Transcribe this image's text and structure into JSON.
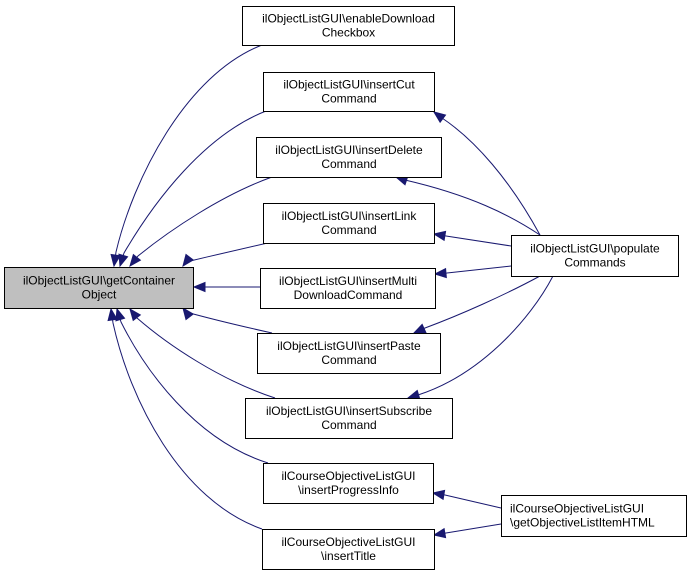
{
  "diagram": {
    "type": "call-graph",
    "colors": {
      "edge": "#191970",
      "root_fill": "#bfbfbf",
      "node_fill": "#ffffff",
      "border": "#000000"
    },
    "nodes": [
      {
        "id": "root",
        "lines": [
          "ilObjectListGUI\\getContainer",
          "Object"
        ],
        "highlighted": true
      },
      {
        "id": "enableDownloadCheckbox",
        "lines": [
          "ilObjectListGUI\\enableDownload",
          "Checkbox"
        ]
      },
      {
        "id": "insertCutCommand",
        "lines": [
          "ilObjectListGUI\\insertCut",
          "Command"
        ]
      },
      {
        "id": "insertDeleteCommand",
        "lines": [
          "ilObjectListGUI\\insertDelete",
          "Command"
        ]
      },
      {
        "id": "insertLinkCommand",
        "lines": [
          "ilObjectListGUI\\insertLink",
          "Command"
        ]
      },
      {
        "id": "insertMultiDownloadCommand",
        "lines": [
          "ilObjectListGUI\\insertMulti",
          "DownloadCommand"
        ]
      },
      {
        "id": "insertPasteCommand",
        "lines": [
          "ilObjectListGUI\\insertPaste",
          "Command"
        ]
      },
      {
        "id": "insertSubscribeCommand",
        "lines": [
          "ilObjectListGUI\\insertSubscribe",
          "Command"
        ]
      },
      {
        "id": "insertProgressInfo",
        "lines": [
          "ilCourseObjectiveListGUI",
          "\\insertProgressInfo"
        ]
      },
      {
        "id": "insertTitle",
        "lines": [
          "ilCourseObjectiveListGUI",
          "\\insertTitle"
        ]
      },
      {
        "id": "populateCommands",
        "lines": [
          "ilObjectListGUI\\populate",
          "Commands"
        ]
      },
      {
        "id": "getObjectiveListItemHTML",
        "lines": [
          "ilCourseObjectiveListGUI",
          "\\getObjectiveListItemHTML"
        ]
      }
    ],
    "edges": [
      {
        "from": "enableDownloadCheckbox",
        "to": "root"
      },
      {
        "from": "insertCutCommand",
        "to": "root"
      },
      {
        "from": "insertDeleteCommand",
        "to": "root"
      },
      {
        "from": "insertLinkCommand",
        "to": "root"
      },
      {
        "from": "insertMultiDownloadCommand",
        "to": "root"
      },
      {
        "from": "insertPasteCommand",
        "to": "root"
      },
      {
        "from": "insertSubscribeCommand",
        "to": "root"
      },
      {
        "from": "insertProgressInfo",
        "to": "root"
      },
      {
        "from": "insertTitle",
        "to": "root"
      },
      {
        "from": "populateCommands",
        "to": "insertCutCommand"
      },
      {
        "from": "populateCommands",
        "to": "insertDeleteCommand"
      },
      {
        "from": "populateCommands",
        "to": "insertLinkCommand"
      },
      {
        "from": "populateCommands",
        "to": "insertMultiDownloadCommand"
      },
      {
        "from": "populateCommands",
        "to": "insertPasteCommand"
      },
      {
        "from": "populateCommands",
        "to": "insertSubscribeCommand"
      },
      {
        "from": "getObjectiveListItemHTML",
        "to": "insertProgressInfo"
      },
      {
        "from": "getObjectiveListItemHTML",
        "to": "insertTitle"
      }
    ]
  }
}
